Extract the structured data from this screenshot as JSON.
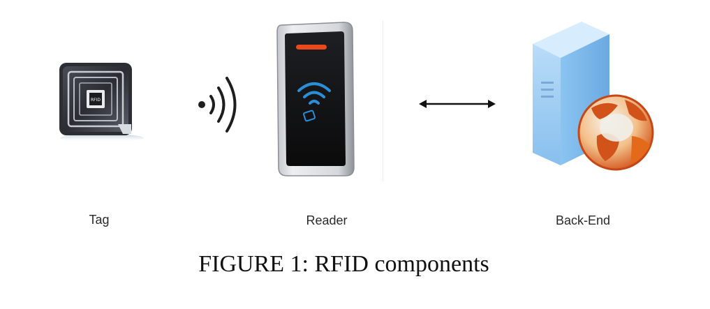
{
  "components": {
    "tag": {
      "label": "Tag",
      "icon": "rfid-tag-icon"
    },
    "reader": {
      "label": "Reader",
      "icon": "rfid-reader-icon"
    },
    "backend": {
      "label": "Back-End",
      "icon": "server-globe-icon"
    }
  },
  "connectors": {
    "tag_to_reader": "radio-waves-icon",
    "reader_to_backend": "double-arrow-icon"
  },
  "caption": "FIGURE 1: RFID components",
  "colors": {
    "reader_led": "#e8491d",
    "reader_wifi": "#2a8fd6",
    "server_blue": "#8fc3f2",
    "globe_orange": "#e26a1a"
  }
}
